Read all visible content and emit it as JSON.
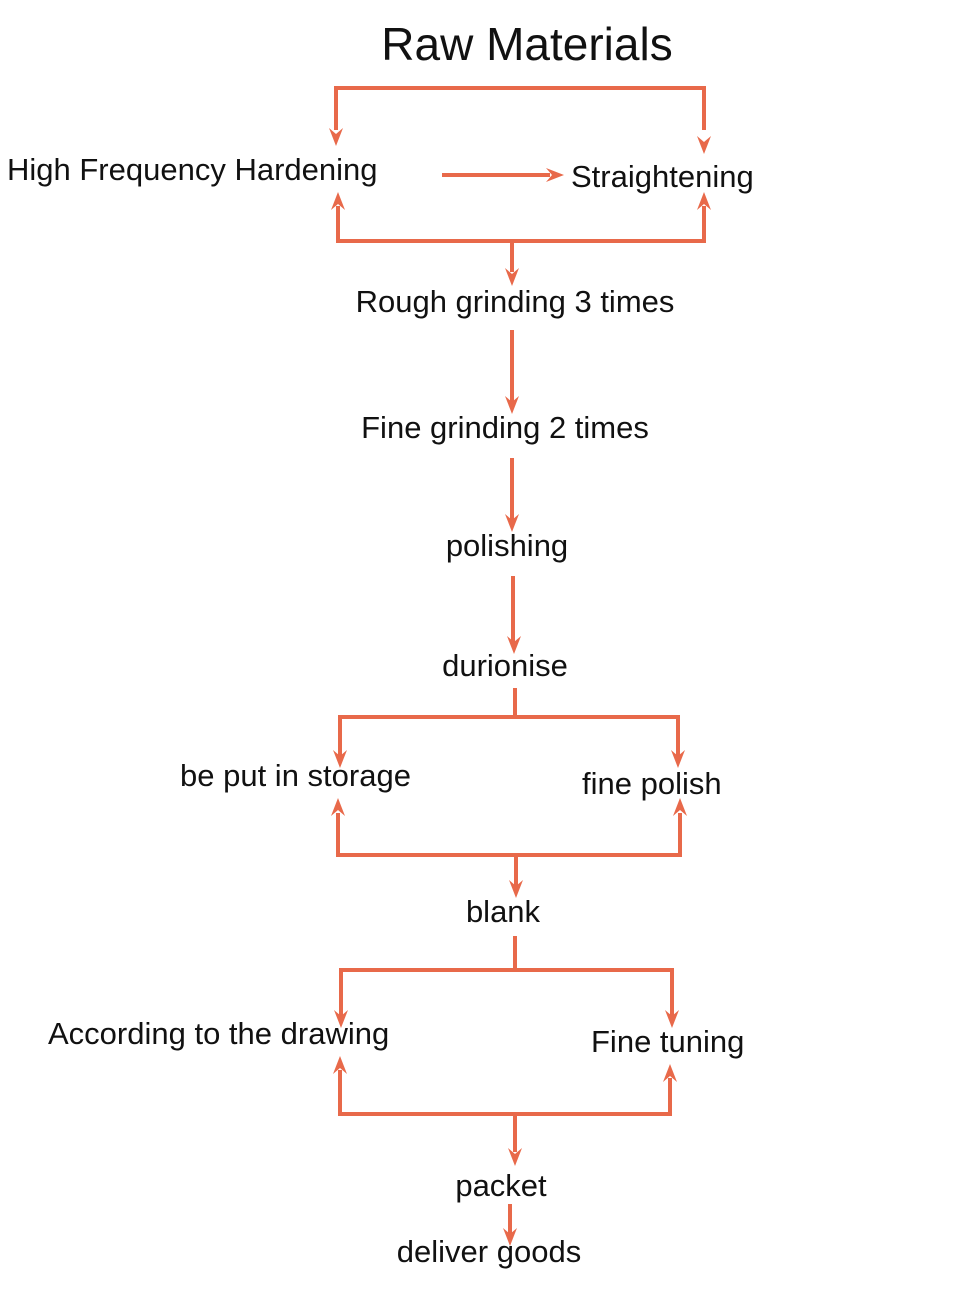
{
  "diagram": {
    "title": "Raw Materials",
    "line_color": "#e8694a",
    "text_color": "#111111",
    "nodes": {
      "hardening": "High Frequency Hardening",
      "straightening": "Straightening",
      "rough": "Rough grinding 3 times",
      "fine": "Fine grinding 2 times",
      "polishing": "polishing",
      "durionise": "durionise",
      "storage": "be put in storage",
      "finepolish": "fine polish",
      "blank": "blank",
      "drawing": "According to the drawing",
      "tuning": "Fine tuning",
      "packet": "packet",
      "deliver": "deliver goods"
    }
  }
}
